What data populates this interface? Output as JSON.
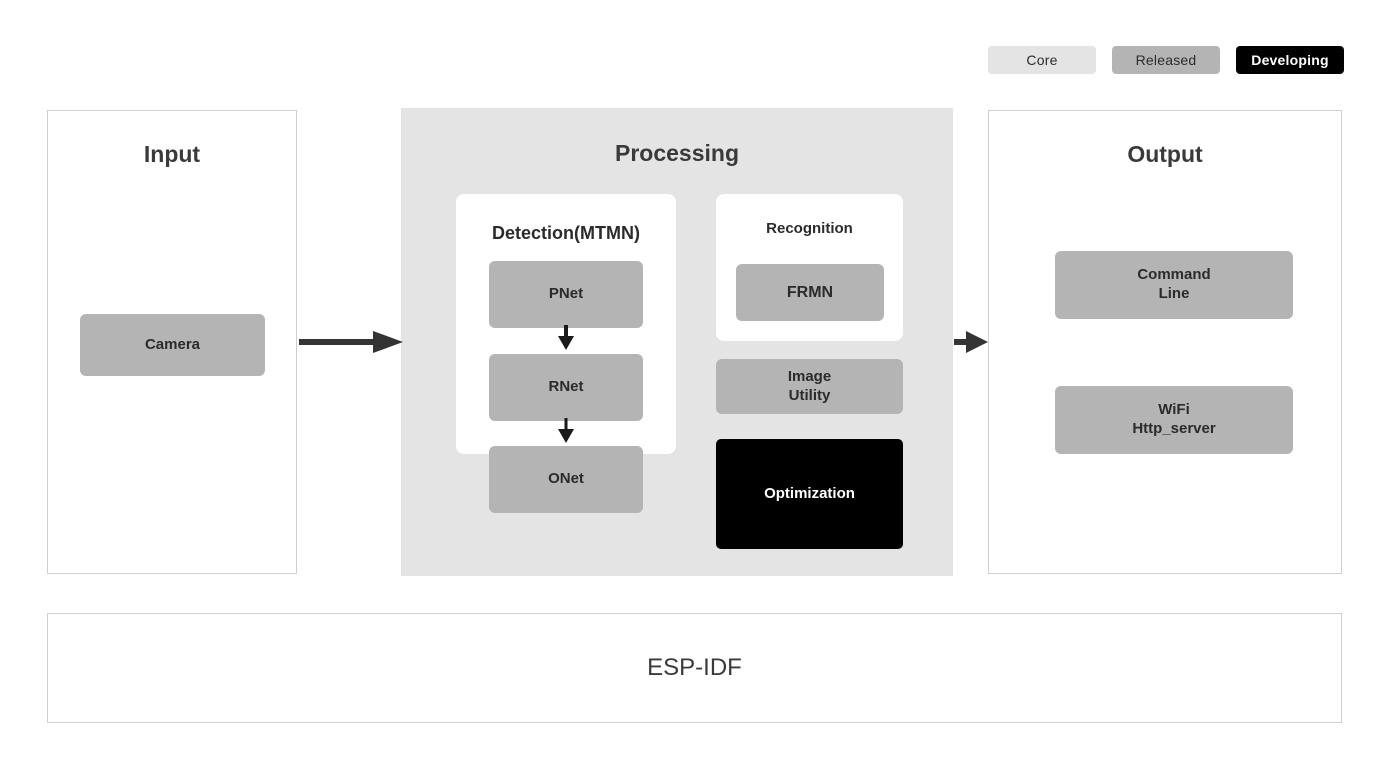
{
  "legend": {
    "items": [
      {
        "label": "Core",
        "kind": "core",
        "color": "#e4e4e4",
        "text_color": "#2b2b2b"
      },
      {
        "label": "Released",
        "kind": "released",
        "color": "#b4b4b4",
        "text_color": "#2b2b2b"
      },
      {
        "label": "Developing",
        "kind": "developing",
        "color": "#000000",
        "text_color": "#ffffff"
      }
    ]
  },
  "panels": {
    "input": {
      "title": "Input",
      "blocks": [
        {
          "label": "Camera",
          "status": "Released"
        }
      ]
    },
    "processing": {
      "title": "Processing",
      "detection": {
        "title": "Detection(MTMN)",
        "blocks": [
          {
            "label": "PNet",
            "status": "Released"
          },
          {
            "label": "RNet",
            "status": "Released"
          },
          {
            "label": "ONet",
            "status": "Released"
          }
        ]
      },
      "recognition": {
        "title": "Recognition",
        "blocks": [
          {
            "label": "FRMN",
            "status": "Released"
          }
        ]
      },
      "extras": [
        {
          "label_line1": "Image",
          "label_line2": "Utility",
          "status": "Released"
        },
        {
          "label_line1": "Optimization",
          "label_line2": "",
          "status": "Developing"
        }
      ]
    },
    "output": {
      "title": "Output",
      "blocks": [
        {
          "label_line1": "Command",
          "label_line2": "Line",
          "status": "Released"
        },
        {
          "label_line1": "WiFi",
          "label_line2": "Http_server",
          "status": "Released"
        }
      ]
    },
    "foundation": {
      "title": "ESP-IDF"
    }
  },
  "flow": {
    "arrows": [
      {
        "from": "Input",
        "to": "Processing",
        "direction": "right"
      },
      {
        "from": "Processing",
        "to": "Output",
        "direction": "right"
      },
      {
        "from": "PNet",
        "to": "RNet",
        "direction": "down"
      },
      {
        "from": "RNet",
        "to": "ONet",
        "direction": "down"
      }
    ]
  },
  "colors": {
    "core": "#e4e4e4",
    "released": "#b4b4b4",
    "developing": "#000000",
    "panel_border": "#cfcfcf",
    "processing_bg": "#e4e4e4",
    "text_dark": "#2b2b2b",
    "title_dark": "#3a3a3a",
    "arrow": "#333333"
  }
}
